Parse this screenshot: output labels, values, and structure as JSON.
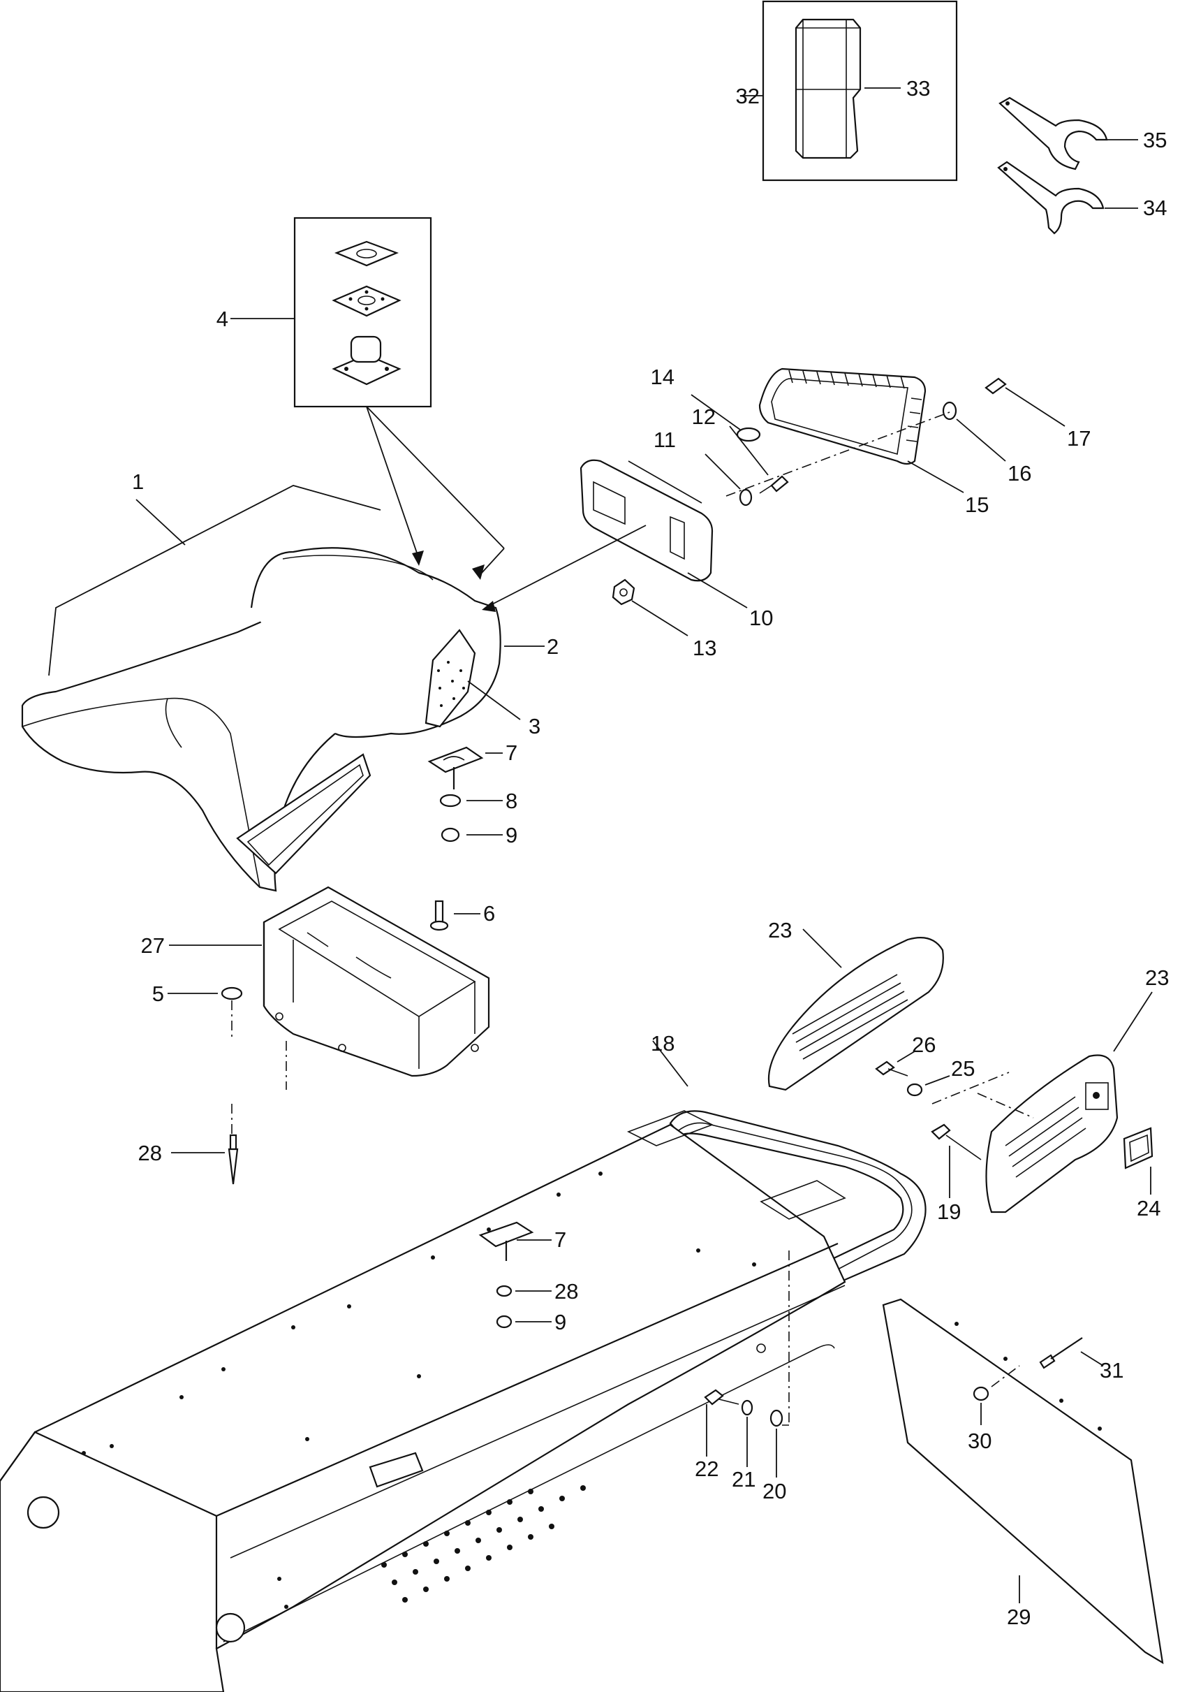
{
  "callouts": [
    {
      "id": "c1",
      "text": "1"
    },
    {
      "id": "c2",
      "text": "2"
    },
    {
      "id": "c3",
      "text": "3"
    },
    {
      "id": "c4",
      "text": "4"
    },
    {
      "id": "c5",
      "text": "5"
    },
    {
      "id": "c6",
      "text": "6"
    },
    {
      "id": "c7a",
      "text": "7"
    },
    {
      "id": "c7b",
      "text": "7"
    },
    {
      "id": "c8",
      "text": "8"
    },
    {
      "id": "c9a",
      "text": "9"
    },
    {
      "id": "c9b",
      "text": "9"
    },
    {
      "id": "c10",
      "text": "10"
    },
    {
      "id": "c11",
      "text": "11"
    },
    {
      "id": "c12",
      "text": "12"
    },
    {
      "id": "c13",
      "text": "13"
    },
    {
      "id": "c14",
      "text": "14"
    },
    {
      "id": "c15",
      "text": "15"
    },
    {
      "id": "c16",
      "text": "16"
    },
    {
      "id": "c17",
      "text": "17"
    },
    {
      "id": "c18",
      "text": "18"
    },
    {
      "id": "c19",
      "text": "19"
    },
    {
      "id": "c20",
      "text": "20"
    },
    {
      "id": "c21",
      "text": "21"
    },
    {
      "id": "c22",
      "text": "22"
    },
    {
      "id": "c23a",
      "text": "23"
    },
    {
      "id": "c23b",
      "text": "23"
    },
    {
      "id": "c24",
      "text": "24"
    },
    {
      "id": "c25",
      "text": "25"
    },
    {
      "id": "c26",
      "text": "26"
    },
    {
      "id": "c27",
      "text": "27"
    },
    {
      "id": "c28a",
      "text": "28"
    },
    {
      "id": "c28b",
      "text": "28"
    },
    {
      "id": "c29",
      "text": "29"
    },
    {
      "id": "c30",
      "text": "30"
    },
    {
      "id": "c31",
      "text": "31"
    },
    {
      "id": "c32",
      "text": "32"
    },
    {
      "id": "c33",
      "text": "33"
    },
    {
      "id": "c34",
      "text": "34"
    },
    {
      "id": "c35",
      "text": "35"
    }
  ]
}
